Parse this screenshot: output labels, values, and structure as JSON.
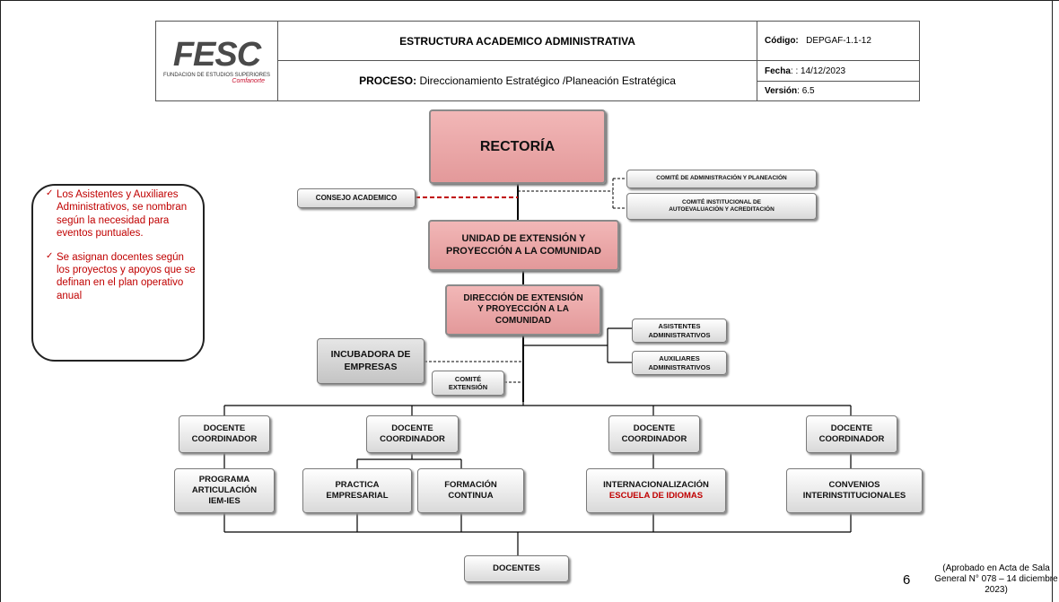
{
  "header": {
    "logo_text": "FESC",
    "logo_sub": "FUNDACION DE ESTUDIOS SUPERIORES",
    "logo_sub2": "Comfanorte",
    "title": "ESTRUCTURA ACADEMICO ADMINISTRATIVA",
    "process_label": "PROCESO:",
    "process_value": "Direccionamiento Estratégico  /Planeación Estratégica",
    "code_label": "Código:",
    "code_value": "DEPGAF-1.1-12",
    "fecha_label": "Fecha",
    "fecha_value": ": : 14/12/2023",
    "version_label": "Versión",
    "version_value": ": 6.5"
  },
  "org": {
    "rectoria": "RECTORÍA",
    "consejo": "CONSEJO ACADEMICO",
    "comite_admin": "COMITÉ DE ADMINISTRACIÓN Y PLANEACIÓN",
    "comite_autoeval": "COMITÉ INSTITUCIONAL DE AUTOEVALUACIÓN Y ACREDITACIÓN",
    "unidad": "UNIDAD DE EXTENSIÓN Y PROYECCIÓN A LA COMUNIDAD",
    "direccion": "DIRECCIÓN DE EXTENSIÓN Y PROYECCIÓN A LA COMUNIDAD",
    "asistentes": "ASISTENTES ADMINISTRATIVOS",
    "auxiliares": "AUXILIARES ADMINISTRATIVOS",
    "incubadora": "INCUBADORA DE EMPRESAS",
    "comite_ext": "COMITÉ EXTENSIÓN",
    "docente_coord_1": "DOCENTE COORDINADOR",
    "docente_coord_2": "DOCENTE COORDINADOR",
    "docente_coord_3": "DOCENTE COORDINADOR",
    "docente_coord_4": "DOCENTE COORDINADOR",
    "programa": "PROGRAMA ARTICULACIÓN IEM-IES",
    "practica": "PRACTICA EMPRESARIAL",
    "formacion": "FORMACIÓN CONTINUA",
    "internacionalizacion": "INTERNACIONALIZACIÓN",
    "escuela": "ESCUELA DE IDIOMAS",
    "convenios": "CONVENIOS INTERINSTITUCIONALES",
    "docentes": "DOCENTES"
  },
  "notes": [
    "Los Asistentes y Auxiliares Administrativos, se nombran según la necesidad para eventos puntuales.",
    "Se asignan docentes según los proyectos y apoyos que se definan en el plan operativo anual"
  ],
  "footer": {
    "page_number": "6",
    "approval": "(Aprobado en Acta de Sala General N° 078 – 14 diciembre 2023)"
  },
  "colors": {
    "pink_box": "#e3999a",
    "red_text": "#c00000",
    "grey_box": "#d9d9d9"
  }
}
